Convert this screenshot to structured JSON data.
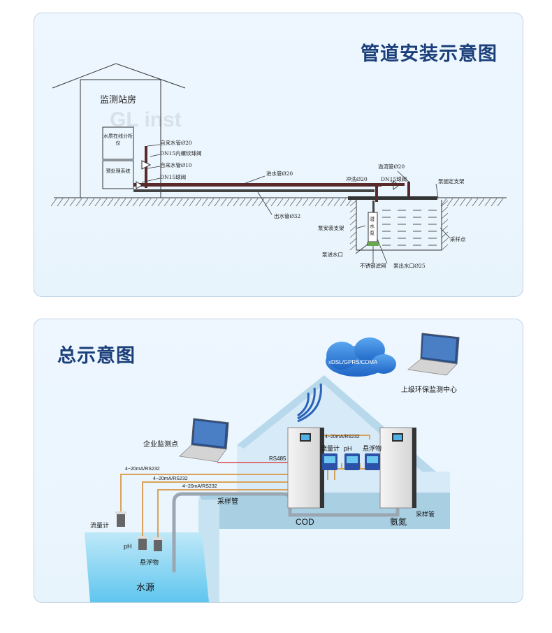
{
  "pipeline_section": {
    "title": "管道安装示意图",
    "watermark": "GL inst",
    "station": {
      "label": "监测站房",
      "analyzer": "水质在线分析仪",
      "pretreatment": "预处理系统"
    },
    "labels": {
      "tap_water_20": "自来水管Ø20",
      "dn15_threaded_ball_valve": "DN15内螺纹球阀",
      "tap_water_10": "自来水管Ø10",
      "dn15_ball_valve_left": "DN15球阀",
      "inlet_pipe": "进水管Ø20",
      "outlet_pipe": "出水管Ø32",
      "backwash": "冲洗Ø20",
      "dn15_ball_valve_right": "DN15球阀",
      "overflow": "溢流管Ø20",
      "pump_bracket": "泵固定支架",
      "pump": "潜水泵",
      "pump_mount": "泵安装支架",
      "sampling_point": "采样点",
      "pump_inlet": "泵进水口",
      "steel_mesh": "不锈钢滤网",
      "pump_outlet": "泵出水口Ø25"
    }
  },
  "overview_section": {
    "title": "总示意图",
    "network": "xDSL/GPRS/CDMA",
    "upper_center": "上级环保监测中心",
    "enterprise": "企业监测点",
    "rs485": "RS485",
    "signal_top": "4~20mA/RS232",
    "signal_lines": [
      "4~20mA/RS232",
      "4~20mA/RS232",
      "4~20mA/RS232"
    ],
    "sensor_labels": [
      "流量计",
      "pH",
      "悬浮物"
    ],
    "sensor_labels_field": [
      "流量计",
      "pH",
      "悬浮物"
    ],
    "sampling_pipe_left": "采样管",
    "sampling_pipe_right": "采样管",
    "cabinet_cod": "COD",
    "cabinet_ammonia": "氨氮",
    "water_source": "水源",
    "colors": {
      "title": "#1b3f7a",
      "signal_line": "#d9a25a",
      "rs485_line": "#d84a4a",
      "cloud": "#2f7fd8"
    }
  }
}
